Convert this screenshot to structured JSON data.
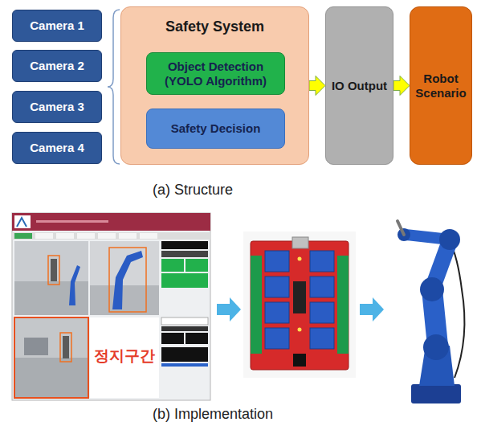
{
  "diagram": {
    "nodes": [
      {
        "text": [
          "Camera 1"
        ]
      },
      {
        "text": [
          "Camera 2"
        ]
      },
      {
        "text": [
          "Camera 3"
        ]
      },
      {
        "text": [
          "Camera 4"
        ]
      },
      {
        "text": [
          "Safety System"
        ]
      },
      {
        "text": [
          "Object Detection (YOLO Algorithm)"
        ],
        "in": 4
      },
      {
        "text": [
          "Safety Decision"
        ],
        "in": 4
      },
      {
        "text": [
          "IO Output"
        ]
      },
      {
        "text": [
          "Robot Scenario"
        ]
      }
    ],
    "edges": [
      {
        "from": 4,
        "to": 7,
        "arrow": "to"
      },
      {
        "from": 7,
        "to": 8,
        "arrow": "to"
      }
    ],
    "labels": [
      "(a) Structure",
      "정지구간",
      "(b) Implementation"
    ]
  }
}
